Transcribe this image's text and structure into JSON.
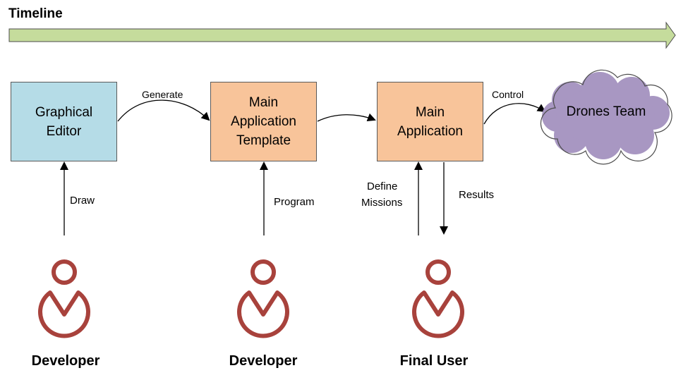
{
  "timeline": {
    "title": "Timeline",
    "color": "#c5dc9c"
  },
  "boxes": {
    "graphical_editor": {
      "line1": "Graphical",
      "line2": "Editor"
    },
    "main_app_template": {
      "line1": "Main",
      "line2": "Application",
      "line3": "Template"
    },
    "main_application": {
      "line1": "Main",
      "line2": "Application"
    },
    "drones_team": {
      "label": "Drones Team"
    }
  },
  "edges": {
    "generate": "Generate",
    "control": "Control",
    "draw": "Draw",
    "program": "Program",
    "define_missions_1": "Define",
    "define_missions_2": "Missions",
    "results": "Results"
  },
  "actors": [
    {
      "label": "Developer",
      "icon": "user-icon"
    },
    {
      "label": "Developer",
      "icon": "user-icon"
    },
    {
      "label": "Final User",
      "icon": "user-icon"
    }
  ],
  "colors": {
    "blue_box": "#b5dce7",
    "orange_box": "#f8c49a",
    "cloud": "#a897c2",
    "person": "#a8423c"
  }
}
